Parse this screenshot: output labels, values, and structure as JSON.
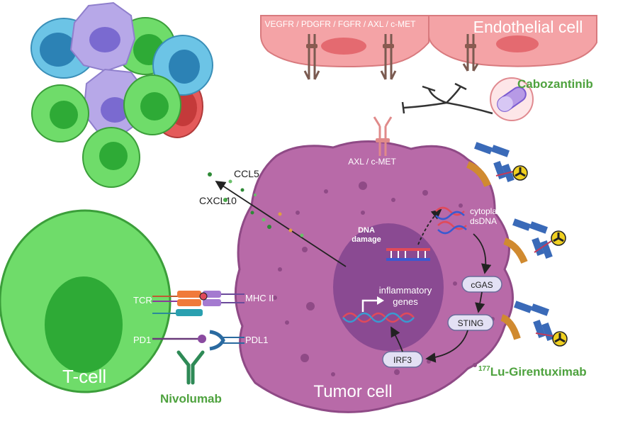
{
  "endothelial": {
    "receptors_label": "VEGFR / PDGFR / FGFR / AXL / c-MET",
    "cell_label": "Endothelial cell"
  },
  "drugs": {
    "cabozantinib": "Cabozantinib",
    "nivolumab": "Nivolumab",
    "lu_superscript": "177",
    "lu_name": "Lu-Girentuximab"
  },
  "tumor": {
    "cell_label": "Tumor cell",
    "axl_label": "AXL / c-MET",
    "dna_damage": [
      "DNA",
      "damage"
    ],
    "cytoplasmic_dsdna": [
      "cytoplasmic",
      "dsDNA"
    ],
    "inflammatory_genes": [
      "inflammatory",
      "genes"
    ],
    "pathway": {
      "cgas": "cGAS",
      "sting": "STING",
      "irf3": "IRF3"
    }
  },
  "cytokines": {
    "ccl5": "CCL5",
    "cxcl10": "CXCL10"
  },
  "tcell": {
    "cell_label": "T-cell",
    "tcr": "TCR",
    "pd1": "PD1",
    "mhc": "MHC II",
    "pdl1": "PDL1"
  },
  "colors": {
    "tcell_green": "#6fdc6a",
    "tumor_purple": "#b86aa8",
    "nucleus_purple": "#8a4a92",
    "endothelial_pink": "#f4a3a6",
    "drug_green": "#4ea23e"
  }
}
